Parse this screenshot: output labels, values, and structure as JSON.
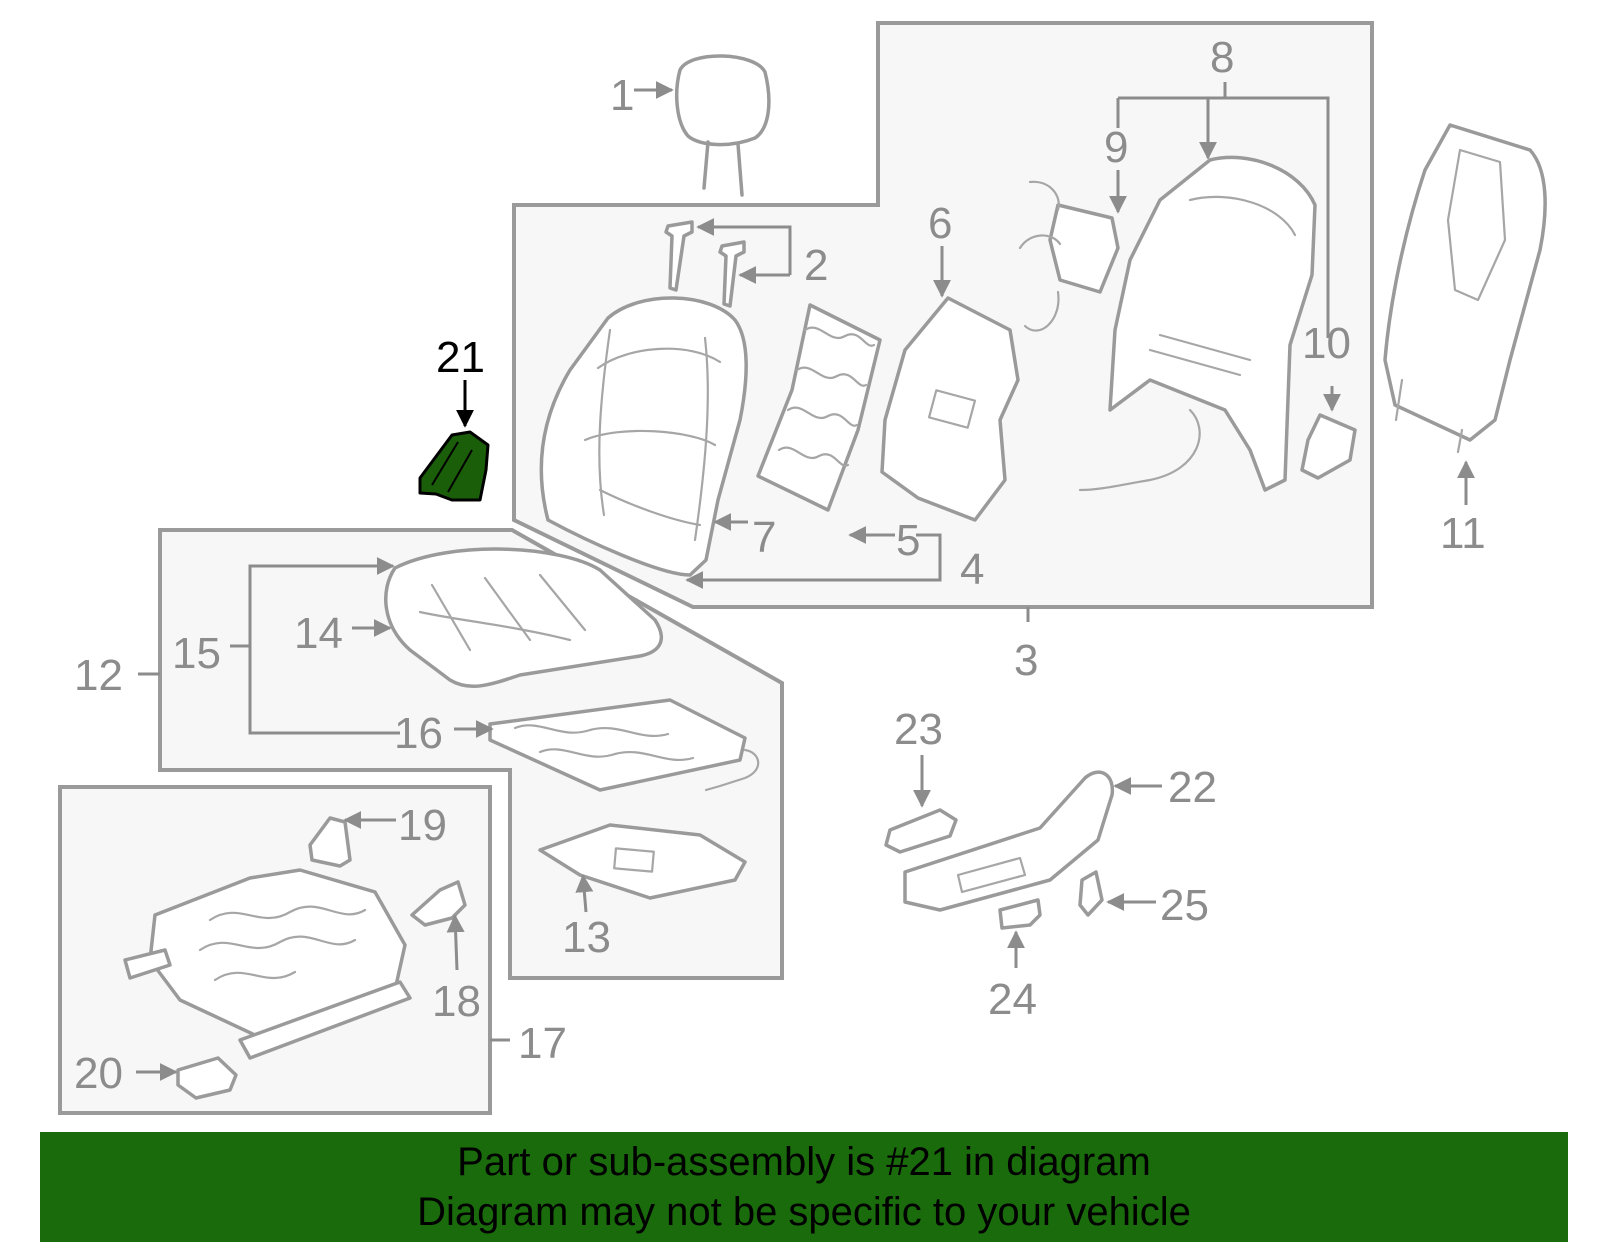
{
  "diagram": {
    "highlighted_part": "21",
    "callouts": [
      "1",
      "2",
      "3",
      "4",
      "5",
      "6",
      "7",
      "8",
      "9",
      "10",
      "11",
      "12",
      "13",
      "14",
      "15",
      "16",
      "17",
      "18",
      "19",
      "20",
      "21",
      "22",
      "23",
      "24",
      "25"
    ]
  },
  "banner": {
    "line1": "Part or sub-assembly is #21 in diagram",
    "line2": "Diagram may not be specific to your vehicle"
  },
  "colors": {
    "highlight": "#1a5e0a",
    "banner_background": "#1a6b0c",
    "line_art": "#9a9a9a"
  }
}
